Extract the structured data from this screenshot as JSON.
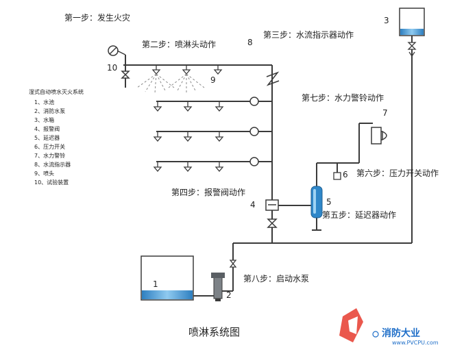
{
  "steps": {
    "s1": "第一步：发生火灾",
    "s2": "第二步：喷淋头动作",
    "s3": "第三步：水流指示器动作",
    "s4": "第四步：报警阀动作",
    "s5": "第五步：延迟器动作",
    "s6": "第六步：压力开关动作",
    "s7": "第七步：水力警铃动作",
    "s8": "第八步：启动水泵"
  },
  "numbers": {
    "n1": "1",
    "n2": "2",
    "n3": "3",
    "n4": "4",
    "n5": "5",
    "n6": "6",
    "n7": "7",
    "n8": "8",
    "n9": "9",
    "n10": "10"
  },
  "legend": {
    "title": "湿式自动喷水灭火系统",
    "items": [
      "1、水池",
      "2、消防水泵",
      "3、水箱",
      "4、报警阀",
      "5、延迟器",
      "6、压力开关",
      "7、水力警铃",
      "8、水流指示器",
      "9、喷头",
      "10、试验装置"
    ]
  },
  "caption": "喷淋系统图",
  "watermark": {
    "title": "消防大业",
    "url": "www.PVCPU.com"
  },
  "colors": {
    "pipe": "#3a3a3a",
    "water": "#4aa3d8",
    "spray": "#8a8a8a",
    "logo_red": "#e63b2e",
    "logo_blue": "#1e6ec8"
  }
}
